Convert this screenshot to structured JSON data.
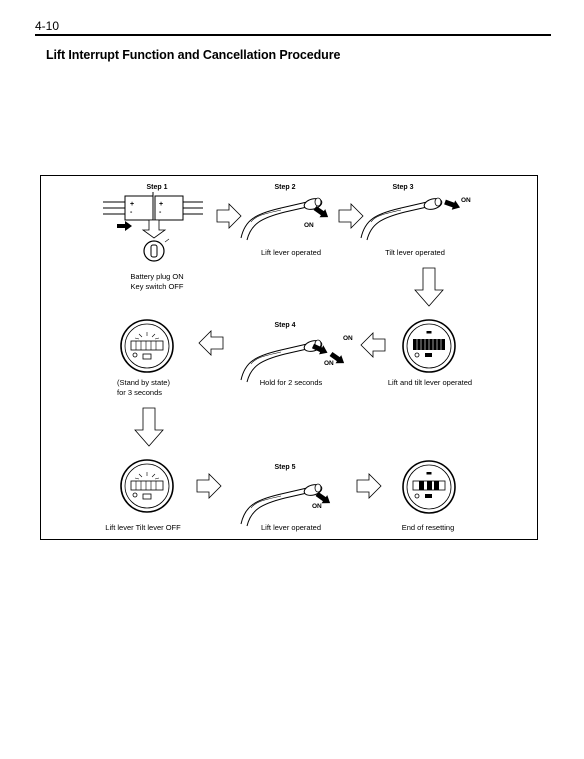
{
  "header": {
    "page_number": "4-10"
  },
  "title": "Lift Interrupt Function and Cancellation Procedure",
  "figure": {
    "steps": {
      "step1": "Step 1",
      "step2": "Step 2",
      "step3": "Step 3",
      "step4": "Step 4",
      "step5": "Step 5"
    },
    "on_label": "ON",
    "battery_plus": "+",
    "battery_minus": "-",
    "captions": {
      "step1_line1": "Battery plug ON",
      "step1_line2": "Key switch OFF",
      "step2": "Lift lever operated",
      "step3": "Tilt lever operated",
      "step3_result": "Lift and tilt lever operated",
      "step4": "Hold for 2 seconds",
      "standby_line1": "(Stand by state)",
      "standby_line2": "for 3 seconds",
      "levers_off": "Lift lever Tilt lever OFF",
      "step5": "Lift lever operated",
      "end": "End of resetting"
    }
  }
}
